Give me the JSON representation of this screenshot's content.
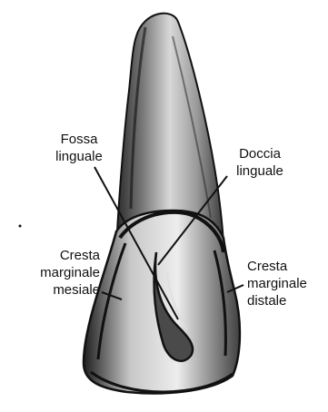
{
  "figure": {
    "labels": {
      "fossa_linguale": [
        "Fossa",
        "linguale"
      ],
      "doccia_linguale": [
        "Doccia",
        "linguale"
      ],
      "cresta_mesiale": [
        "Cresta",
        "marginale",
        "mesiale"
      ],
      "cresta_distale": [
        "Cresta",
        "marginale",
        "distale"
      ]
    },
    "colors": {
      "ink": "#111111",
      "paper": "#ffffff"
    }
  }
}
